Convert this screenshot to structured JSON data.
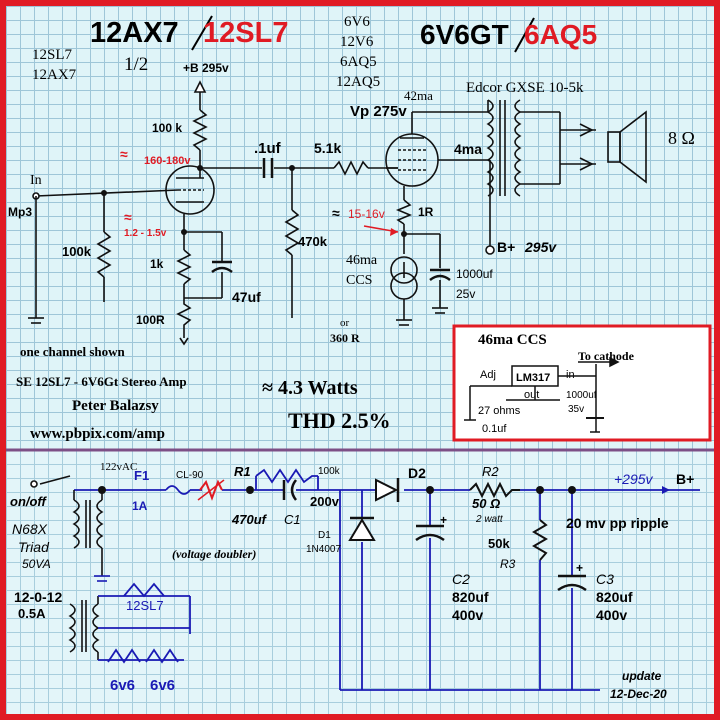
{
  "header": {
    "tube1_a": "12AX7",
    "tube1_b": "12SL7",
    "tube1_half": "1/2",
    "tube1_alt_1": "12SL7",
    "tube1_alt_2": "12AX7",
    "tube2_list": [
      "6V6",
      "12V6",
      "6AQ5",
      "12AQ5"
    ],
    "tube2_a": "6V6GT",
    "tube2_b": "6AQ5"
  },
  "schematic": {
    "supply_label": "+B 295v",
    "r_plate": "100 k",
    "plate_voltage": "160-180v",
    "approx": "≈",
    "cap_coupling": ".1uf",
    "r_grid_stop": "5.1k",
    "plate_current": "42ma",
    "vp": "Vp 275v",
    "transformer": "Edcor GXSE 10-5k",
    "speaker": "8 Ω",
    "input_label": "In",
    "mp3_label": "Mp3",
    "r_input": "100k",
    "cathode_voltage": "1.2 - 1.5v",
    "r_cathode": "1k",
    "cap_cathode": "47uf",
    "r_bottom": "100R",
    "r_grid_leak": "470k",
    "screen_current": "4ma",
    "out_cathode_voltage": "15-16v",
    "r_out_cathode": "1R",
    "ccs_label_1": "46ma",
    "ccs_label_2": "CCS",
    "or_label": "or",
    "alt_resistor": "360 R",
    "bplus_label": "B+",
    "bplus_value": "295v",
    "cap_bypass_1": "1000uf",
    "cap_bypass_2": "25v",
    "one_channel": "one channel shown"
  },
  "title_block": {
    "line1": "SE 12SL7 - 6V6Gt  Stereo Amp",
    "author": "Peter Balazsy",
    "url": "www.pbpix.com/amp",
    "power": "≈ 4.3 Watts",
    "thd": "THD 2.5%"
  },
  "ccs_box": {
    "title": "46ma CCS",
    "to_cathode": "To cathode",
    "chip": "LM317",
    "adj": "Adj",
    "in": "in",
    "out": "out",
    "r": "27 ohms",
    "c": "0.1uf",
    "cap_1": "1000uf",
    "cap_2": "35v"
  },
  "power_supply": {
    "ac": "122vAC",
    "switch": "on/off",
    "fuse": "F1",
    "fuse_rating": "1A",
    "thermistor": "CL-90",
    "r1": "R1",
    "r1_value": "100k",
    "cap1_value": "470uf",
    "cap1_name": "C1",
    "cap1_voltage": "200v",
    "transformer_1": "N68X",
    "transformer_2": "Triad",
    "transformer_3": "50VA",
    "doubler": "(voltage doubler)",
    "d1": "D1",
    "d1_part": "1N4007",
    "d2": "D2",
    "r2": "R2",
    "r2_value": "50 Ω",
    "r2_power": "2 watt",
    "r3_value": "50k",
    "r3": "R3",
    "output": "+295v",
    "output_b": "B+",
    "ripple": "20 mv pp ripple",
    "c2": "C2",
    "c2_value": "820uf",
    "c2_voltage": "400v",
    "c3": "C3",
    "c3_value": "820uf",
    "c3_voltage": "400v",
    "heater_1": "12-0-12",
    "heater_2": "0.5A",
    "heater_tube": "12SL7",
    "heater_out_a": "6v6",
    "heater_out_b": "6v6",
    "update_1": "update",
    "update_2": "12-Dec-20"
  }
}
